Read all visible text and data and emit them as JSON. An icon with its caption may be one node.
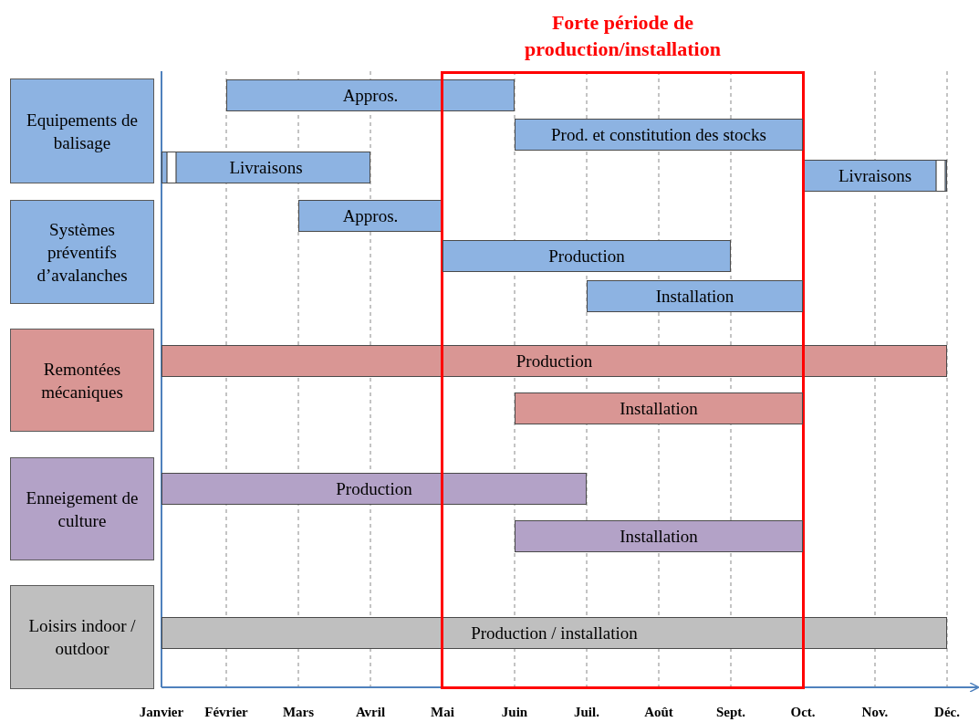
{
  "diagram": {
    "nodes": [
      {
        "text": [
          "Equipements de balisage"
        ]
      },
      {
        "text": [
          "Systèmes préventifs d’avalanches"
        ]
      },
      {
        "text": [
          "Remontées mécaniques"
        ]
      },
      {
        "text": [
          "Enneigement de culture"
        ]
      },
      {
        "text": [
          "Loisirs indoor / outdoor"
        ]
      },
      {
        "text": [
          "Forte période de production/installation"
        ]
      },
      {
        "text": [
          "Appros."
        ]
      },
      {
        "text": [
          "Prod. et constitution des stocks"
        ],
        "in": 5
      },
      {
        "text": [
          "Livraisons"
        ]
      },
      {
        "text": [
          "Livraisons"
        ]
      },
      {
        "text": [
          "Appros."
        ]
      },
      {
        "text": [
          "Production"
        ],
        "in": 5
      },
      {
        "text": [
          "Installation"
        ],
        "in": 5
      },
      {
        "text": [
          "Production"
        ]
      },
      {
        "text": [
          "Installation"
        ],
        "in": 5
      },
      {
        "text": [
          "Production"
        ]
      },
      {
        "text": [
          "Installation"
        ],
        "in": 5
      },
      {
        "text": [
          "Production / installation"
        ]
      }
    ],
    "edges": [],
    "labels": [
      "Janvier",
      "Février",
      "Mars",
      "Avril",
      "Mai",
      "Juin",
      "Juil.",
      "Août",
      "Sept.",
      "Oct.",
      "Nov.",
      "Déc."
    ]
  }
}
